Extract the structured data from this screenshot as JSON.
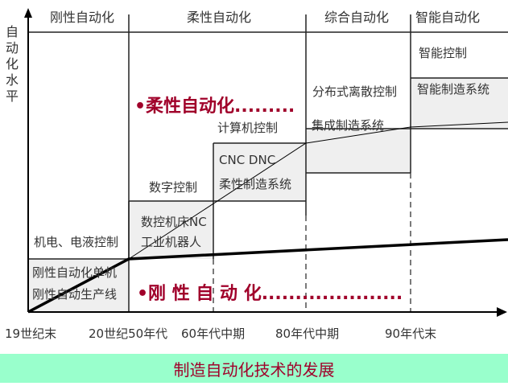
{
  "y_axis_label": "自动化水平",
  "headers": [
    "刚性自动化",
    "柔性自动化",
    "综合自动化",
    "智能自动化"
  ],
  "x_labels": [
    "19世纪末",
    "20世纪50年代",
    "60年代中期",
    "80年代中期",
    "90年代末"
  ],
  "boxes": {
    "rigid_machine": [
      "刚性自动化单机",
      "刚性自动生产线"
    ],
    "nc": [
      "数控机床NC",
      "工业机器人"
    ],
    "cnc": [
      "CNC DNC",
      "柔性制造系统"
    ],
    "cims": "集成制造系统",
    "ims": "智能制造系统"
  },
  "labels": {
    "electro": "机电、电液控制",
    "digital": "数字控制",
    "computer": "计算机控制",
    "distributed": "分布式离散控制",
    "intelligent": "智能控制"
  },
  "annotations": {
    "flexible": "•柔性自动化.........",
    "rigid": "•刚 性 自 动 化....................."
  },
  "footer": "制造自动化技术的发展",
  "colors": {
    "accent": "#a0002a",
    "footer_bg": "#99ffcc",
    "box_fill": "#efefef"
  }
}
